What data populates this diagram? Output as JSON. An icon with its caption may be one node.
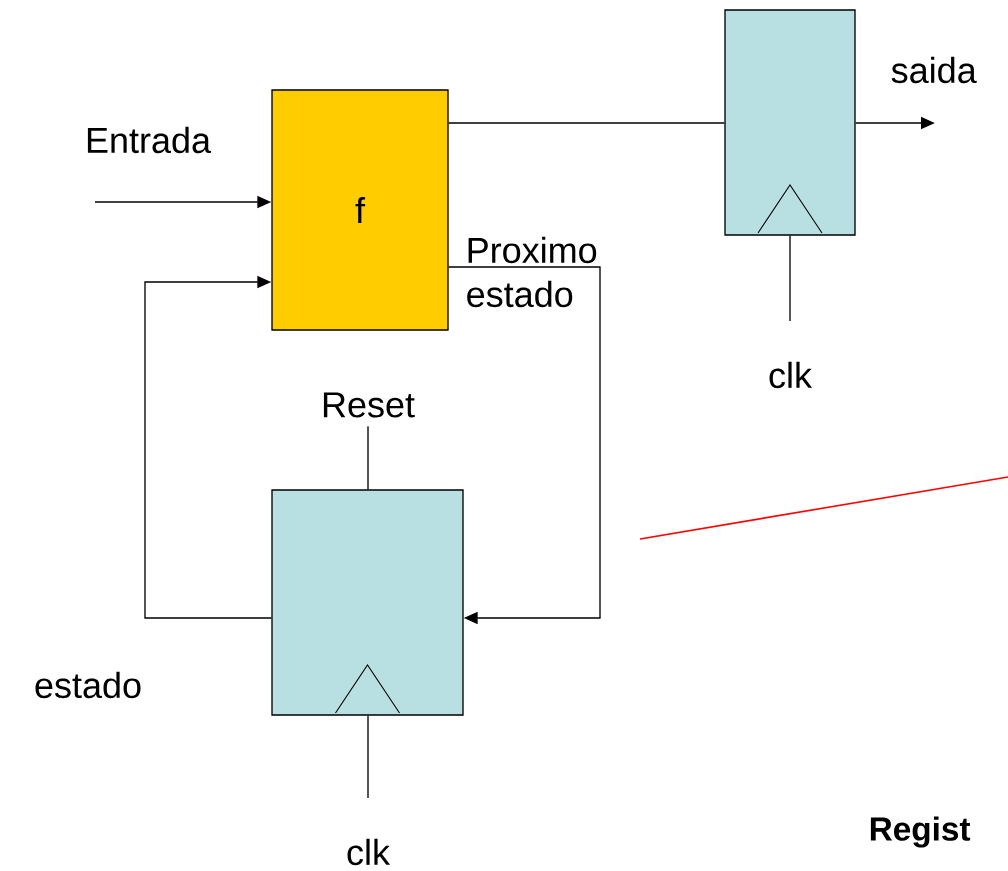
{
  "diagram": {
    "nodes": [
      {
        "text": [
          "f"
        ]
      },
      {
        "text": [],
        "shape": "box"
      },
      {
        "text": [],
        "shape": "box"
      },
      {
        "text": [
          "Reset"
        ]
      },
      {
        "text": [
          "clk"
        ]
      },
      {
        "text": [
          "clk"
        ]
      }
    ],
    "edges": [
      {
        "from": null,
        "to": 0,
        "arrow": "to",
        "label": "Entrada"
      },
      {
        "from": 0,
        "to": 1,
        "arrow": "none"
      },
      {
        "from": 1,
        "to": null,
        "arrow": "to",
        "label": "saida"
      },
      {
        "from": 0,
        "to": 2,
        "arrow": "to",
        "label": "Proximo estado"
      },
      {
        "from": 2,
        "to": 0,
        "arrow": "to",
        "label": "estado"
      },
      {
        "from": 3,
        "to": 2,
        "arrow": "none"
      },
      {
        "from": 4,
        "to": 1,
        "arrow": "none"
      },
      {
        "from": 5,
        "to": 2,
        "arrow": "none"
      }
    ],
    "labels": [
      "Regist"
    ]
  }
}
